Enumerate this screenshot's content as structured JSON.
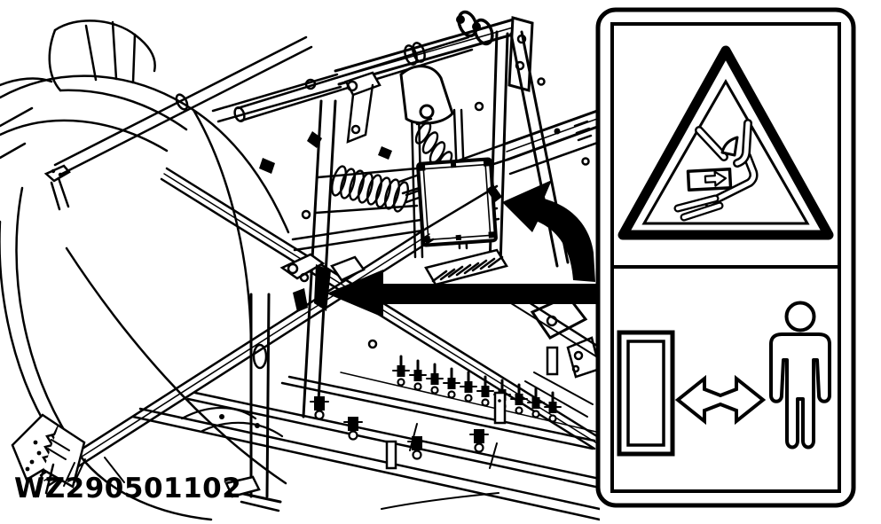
{
  "figure": {
    "code": "WZ290501102",
    "kind": "technical-line-drawing",
    "ink_color": "#000000",
    "background_color": "#ffffff"
  },
  "illustration": {
    "subject": "sprayer boom lift frame with nozzle boom, coil spring and mounted box",
    "callouts": [
      {
        "name": "long-arrow",
        "style": "solid-black",
        "points": "left toward boom hinge"
      },
      {
        "name": "curved-arrow",
        "style": "solid-black",
        "points": "up-left toward mounted box"
      }
    ]
  },
  "decal": {
    "panels": [
      {
        "id": "crush-hazard",
        "pictograms": [
          "warning-triangle",
          "hand-crush-by-moving-part"
        ]
      },
      {
        "id": "keep-distance",
        "pictograms": [
          "machine-part-rectangle",
          "double-headed-arrow",
          "person"
        ]
      }
    ]
  }
}
